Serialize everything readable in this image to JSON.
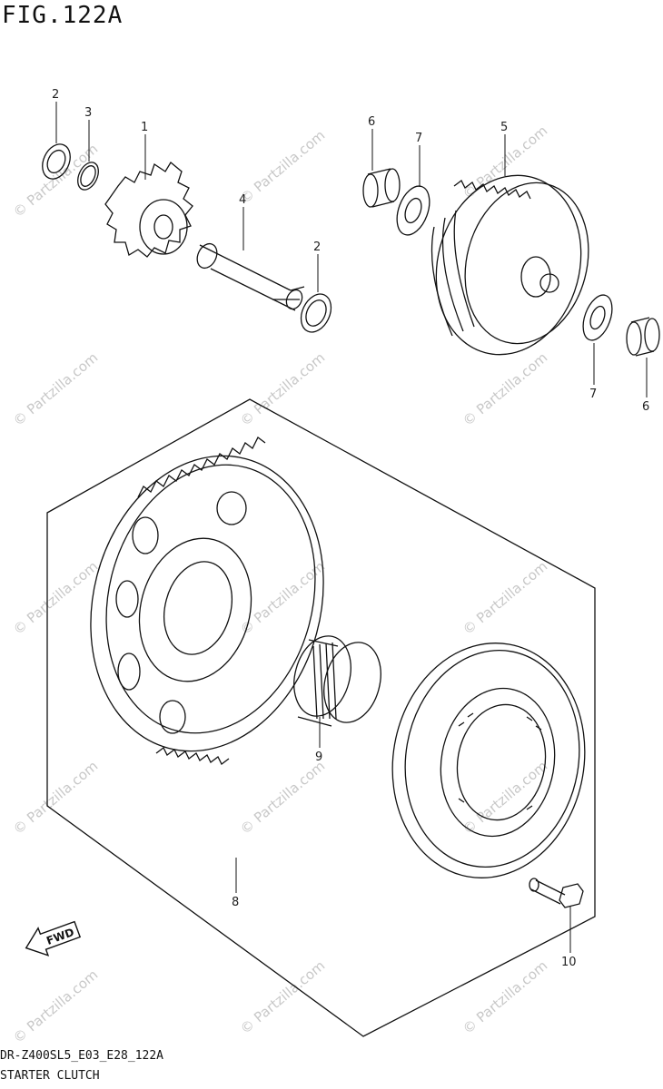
{
  "figure": {
    "title": "FIG.122A"
  },
  "watermark": {
    "text": "© Partzilla.com"
  },
  "callouts": [
    {
      "id": "1",
      "label": "1"
    },
    {
      "id": "2a",
      "label": "2"
    },
    {
      "id": "2b",
      "label": "2"
    },
    {
      "id": "3",
      "label": "3"
    },
    {
      "id": "4",
      "label": "4"
    },
    {
      "id": "5",
      "label": "5"
    },
    {
      "id": "6a",
      "label": "6"
    },
    {
      "id": "6b",
      "label": "6"
    },
    {
      "id": "7a",
      "label": "7"
    },
    {
      "id": "7b",
      "label": "7"
    },
    {
      "id": "8",
      "label": "8"
    },
    {
      "id": "9",
      "label": "9"
    },
    {
      "id": "10",
      "label": "10"
    }
  ],
  "fwd": {
    "label": "FWD"
  },
  "footer": {
    "model_code": "DR-Z400SL5_E03_E28_122A",
    "part_name": "STARTER CLUTCH"
  }
}
